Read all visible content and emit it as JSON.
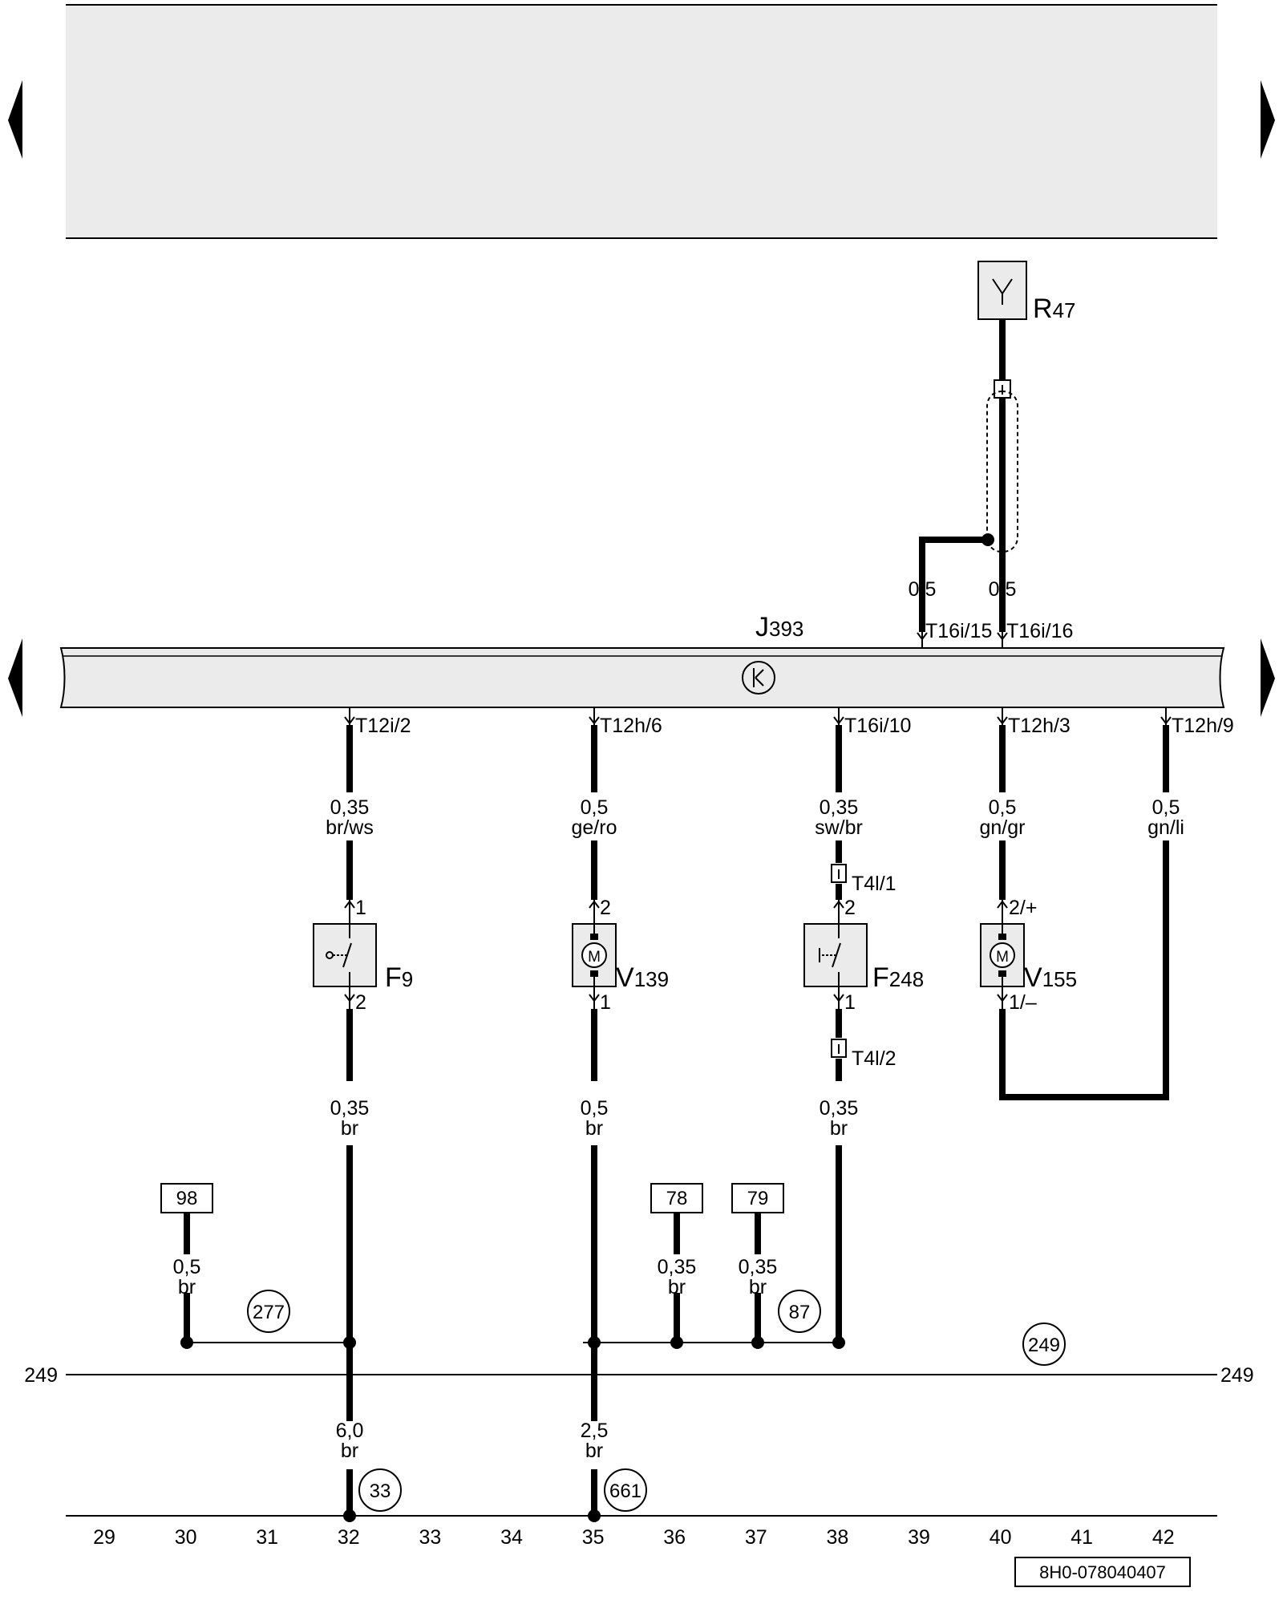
{
  "doc_number": "8H0-078040407",
  "control_unit": {
    "code": "J",
    "sub": "393"
  },
  "components": {
    "R47": {
      "code": "R",
      "sub": "47"
    },
    "F9": {
      "code": "F",
      "sub": "9"
    },
    "V139": {
      "code": "V",
      "sub": "139"
    },
    "F248": {
      "code": "F",
      "sub": "248"
    },
    "V155": {
      "code": "V",
      "sub": "155"
    }
  },
  "top_connectors": [
    "T16i/15",
    "T16i/16"
  ],
  "bottom_connectors": [
    "T12i/2",
    "T12h/6",
    "T16i/10",
    "T12h/3",
    "T12h/9"
  ],
  "inline_connectors": [
    "T4l/1",
    "T4l/2"
  ],
  "wire_labels": {
    "r47_left": [
      "0,5",
      ""
    ],
    "r47_right": [
      "0,5",
      ""
    ],
    "c32_upper": [
      "0,35",
      "br/ws"
    ],
    "c35_upper": [
      "0,5",
      "ge/ro"
    ],
    "c38_upper": [
      "0,35",
      "sw/br"
    ],
    "c40_upper": [
      "0,5",
      "gn/gr"
    ],
    "c42_upper": [
      "0,5",
      "gn/li"
    ],
    "c32_lower": [
      "0,35",
      "br"
    ],
    "c35_lower": [
      "0,5",
      "br"
    ],
    "c38_lower": [
      "0,35",
      "br"
    ],
    "c30_ref": [
      "0,5",
      "br"
    ],
    "c36_ref": [
      "0,35",
      "br"
    ],
    "c37_ref": [
      "0,35",
      "br"
    ],
    "c32_ground": [
      "6,0",
      "br"
    ],
    "c35_ground": [
      "2,5",
      "br"
    ]
  },
  "pin_labels": {
    "f9_top": "1",
    "f9_bottom": "2",
    "v139_top": "2",
    "v139_bottom": "1",
    "f248_top": "2",
    "f248_bottom": "1",
    "v155_top": "2/+",
    "v155_bottom": "1/–"
  },
  "ref_boxes": [
    "98",
    "78",
    "79"
  ],
  "ground_refs": [
    "277",
    "87",
    "249",
    "33",
    "661"
  ],
  "ground_line_label": "249",
  "column_ticks": [
    "29",
    "30",
    "31",
    "32",
    "33",
    "34",
    "35",
    "36",
    "37",
    "38",
    "39",
    "40",
    "41",
    "42"
  ],
  "nav_arrows": [
    "previous",
    "next"
  ],
  "colors": {
    "line": "#000000",
    "box_fill": "#ebebeb",
    "background": "#ffffff"
  }
}
